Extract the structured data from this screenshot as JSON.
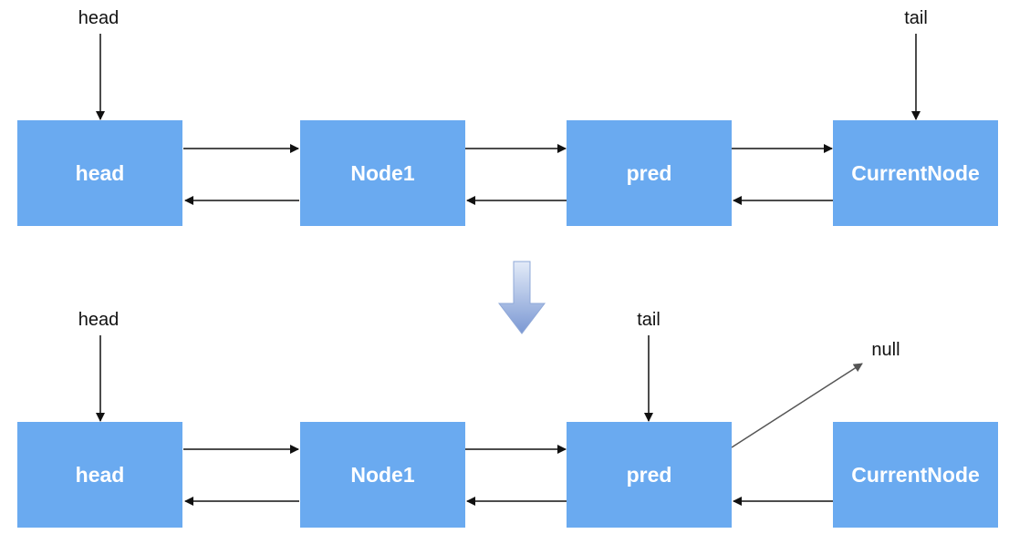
{
  "colors": {
    "node_fill": "#6aaaf0",
    "arrow": "#111111",
    "null_arrow": "#555555",
    "transition_arrow_top": "#e3ebf8",
    "transition_arrow_bottom": "#7b98d3"
  },
  "before": {
    "nodes": [
      {
        "label": "head"
      },
      {
        "label": "Node1"
      },
      {
        "label": "pred"
      },
      {
        "label": "CurrentNode"
      }
    ],
    "pointers": {
      "head": "head",
      "tail": "tail"
    }
  },
  "after": {
    "nodes": [
      {
        "label": "head"
      },
      {
        "label": "Node1"
      },
      {
        "label": "pred"
      },
      {
        "label": "CurrentNode"
      }
    ],
    "pointers": {
      "head": "head",
      "tail": "tail"
    },
    "null_label": "null"
  },
  "transition_icon": "down-arrow-icon"
}
